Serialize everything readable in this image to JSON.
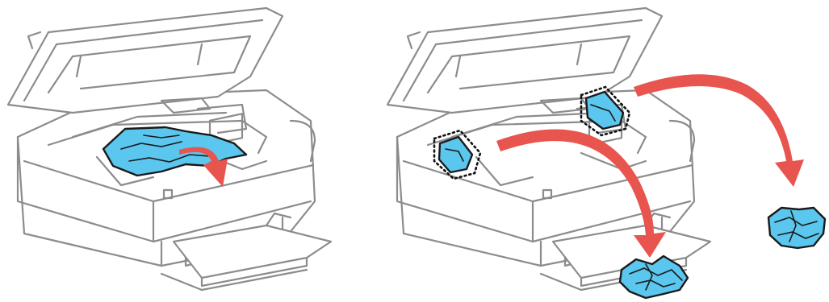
{
  "figure": {
    "icon": "printer-paper-jam-removal-illustration",
    "colors": {
      "printer_outline": "#8c8c8c",
      "paper": "#5bc6ee",
      "arrow": "#e8554e",
      "outline": "#1a1a1a"
    },
    "panels": [
      {
        "id": "step-remove-jammed-paper",
        "icon": "printer-open-scanner-icon"
      },
      {
        "id": "step-remove-torn-pieces",
        "icon": "printer-open-scanner-icon"
      }
    ]
  }
}
